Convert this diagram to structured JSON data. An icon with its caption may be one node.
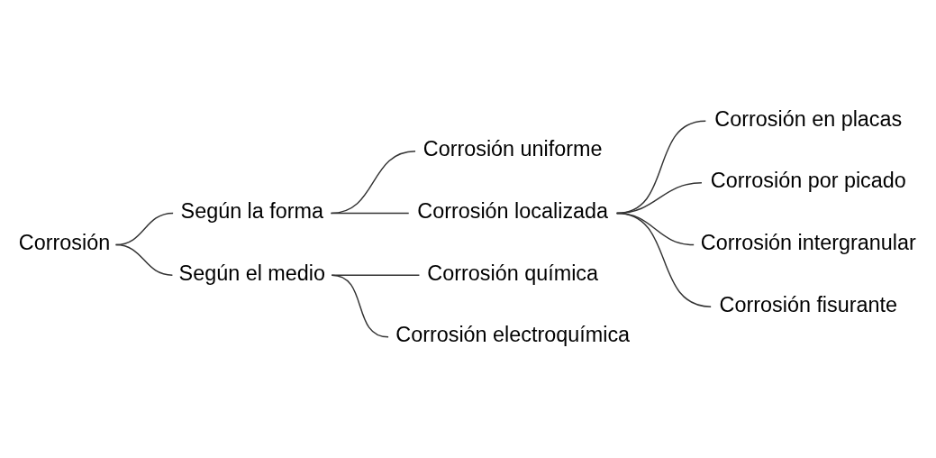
{
  "diagram": {
    "nodes": [
      {
        "text": [
          "Corrosión"
        ]
      },
      {
        "text": [
          "Según la forma"
        ]
      },
      {
        "text": [
          "Según el medio"
        ]
      },
      {
        "text": [
          "Corrosión uniforme"
        ]
      },
      {
        "text": [
          "Corrosión localizada"
        ]
      },
      {
        "text": [
          "Corrosión en placas"
        ]
      },
      {
        "text": [
          "Corrosión por picado"
        ]
      },
      {
        "text": [
          "Corrosión intergranular"
        ]
      },
      {
        "text": [
          "Corrosión fisurante"
        ]
      },
      {
        "text": [
          "Corrosión química"
        ]
      },
      {
        "text": [
          "Corrosión electroquímica"
        ]
      }
    ],
    "edges": [
      {
        "from": 0,
        "to": 1,
        "arrow": "none"
      },
      {
        "from": 0,
        "to": 2,
        "arrow": "none"
      },
      {
        "from": 1,
        "to": 3,
        "arrow": "none"
      },
      {
        "from": 1,
        "to": 4,
        "arrow": "none"
      },
      {
        "from": 4,
        "to": 5,
        "arrow": "none"
      },
      {
        "from": 4,
        "to": 6,
        "arrow": "none"
      },
      {
        "from": 4,
        "to": 7,
        "arrow": "none"
      },
      {
        "from": 4,
        "to": 8,
        "arrow": "none"
      },
      {
        "from": 2,
        "to": 9,
        "arrow": "none"
      },
      {
        "from": 2,
        "to": 10,
        "arrow": "none"
      }
    ]
  }
}
